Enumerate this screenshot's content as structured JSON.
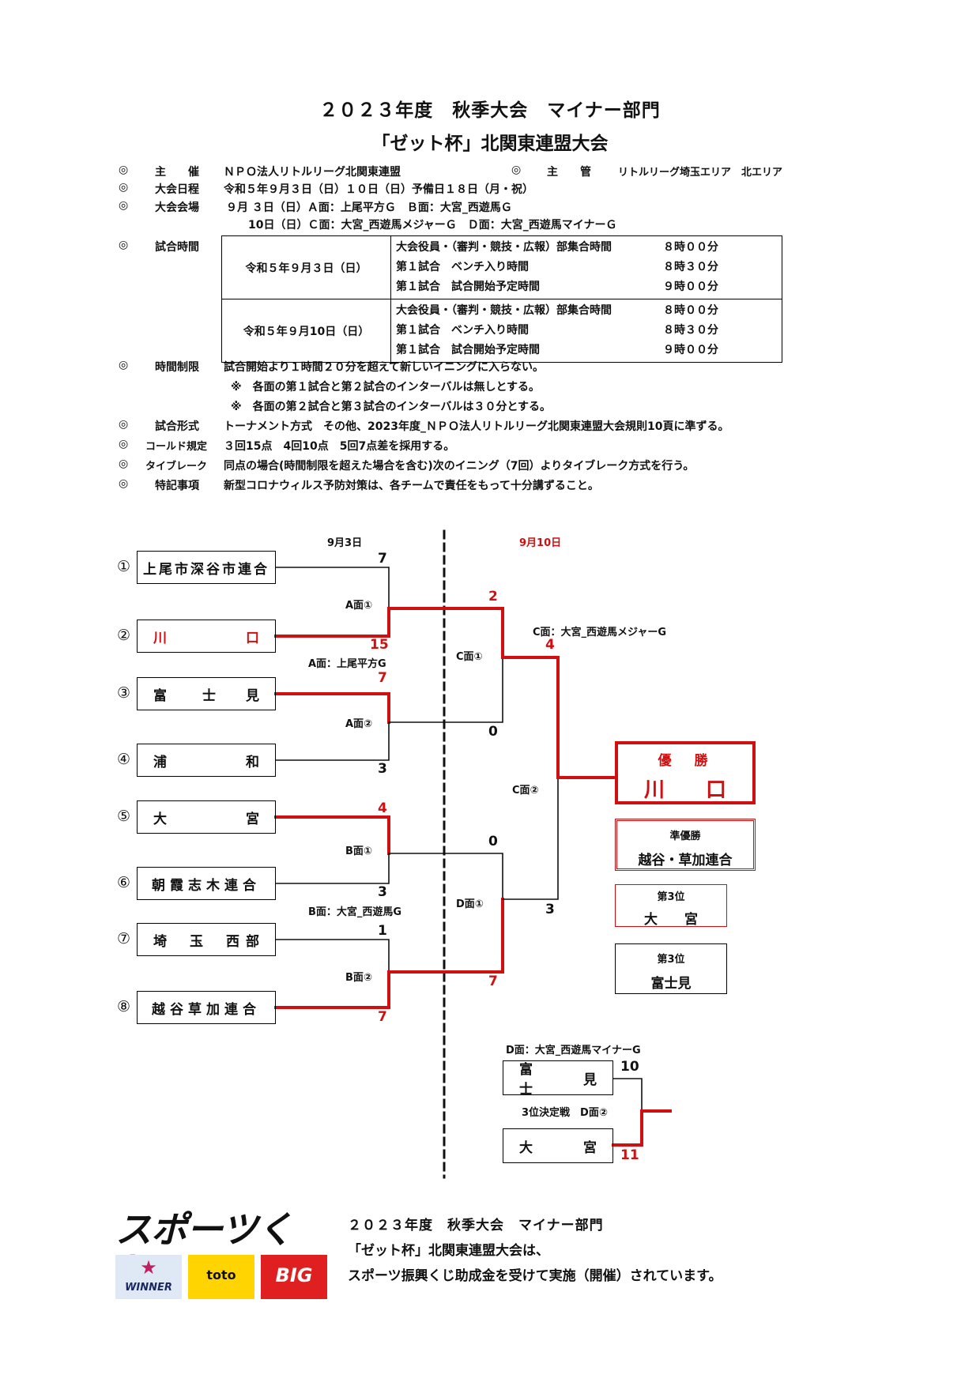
{
  "title": {
    "line1": "２０２３年度　秋季大会　マイナー部門",
    "line2": "「ゼット杯」北関東連盟大会"
  },
  "info": {
    "mark": "◎",
    "host_label": "主　　催",
    "host_value": "ＮＰＯ法人リトルリーグ北関東連盟",
    "organizer_label": "主　　管",
    "organizer_value": "リトルリーグ埼玉エリア　北エリア",
    "dates_label": "大会日程",
    "dates_value": "令和５年９月３日（日）１０日（日）予備日１８日（月・祝）",
    "venue_label": "大会会場",
    "venue_line1": "９月 ３日（日）Ａ面：上尾平方Ｇ　Ｂ面：大宮_西遊馬Ｇ",
    "venue_line2": "10日（日）Ｃ面：大宮_西遊馬メジャーＧ　Ｄ面：大宮_西遊馬マイナーＧ",
    "time_label": "試合時間",
    "limit_label": "時間制限",
    "limit_value": "試合開始より１時間２０分を超えて新しいイニングに入らない。",
    "limit_note1": "※　各面の第１試合と第２試合のインターバルは無しとする。",
    "limit_note2": "※　各面の第２試合と第３試合のインターバルは３０分とする。",
    "format_label": "試合形式",
    "format_value": "トーナメント方式　その他、2023年度_ＮＰＯ法人リトルリーグ北関東連盟大会規則10頁に準ずる。",
    "called_label": "コールド規定",
    "called_value": "３回15点　4回10点　5回7点差を採用する。",
    "tiebreak_label": "タイブレーク",
    "tiebreak_value": "同点の場合(時間制限を超えた場合を含む)次のイニング（7回）よりタイブレーク方式を行う。",
    "notes_label": "特記事項",
    "notes_value": "新型コロナウィルス予防対策は、各チームで責任をもって十分講ずること。"
  },
  "schedule": [
    {
      "date": "令和５年９月３日（日）",
      "items": [
        {
          "label": "大会役員・（審判・競技・広報）部集合時間",
          "time": "８時００分"
        },
        {
          "label": "第１試合　ベンチ入り時間",
          "time": "８時３０分"
        },
        {
          "label": "第１試合　試合開始予定時間",
          "time": "９時００分"
        }
      ]
    },
    {
      "date": "令和５年９月10日（日）",
      "items": [
        {
          "label": "大会役員・（審判・競技・広報）部集合時間",
          "time": "８時００分"
        },
        {
          "label": "第１試合　ベンチ入り時間",
          "time": "８時３０分"
        },
        {
          "label": "第１試合　試合開始予定時間",
          "time": "９時００分"
        }
      ]
    }
  ],
  "bracket": {
    "day1": "9月3日",
    "day2": "9月10日",
    "teams": [
      {
        "num": "①",
        "a": "上尾市深谷市連合",
        "b": ""
      },
      {
        "num": "②",
        "a": "川",
        "b": "口"
      },
      {
        "num": "③",
        "a": "富　士",
        "b": "見"
      },
      {
        "num": "④",
        "a": "浦",
        "b": "和"
      },
      {
        "num": "⑤",
        "a": "大",
        "b": "宮"
      },
      {
        "num": "⑥",
        "a": "朝霞志木連合",
        "b": ""
      },
      {
        "num": "⑦",
        "a": "埼　玉　西",
        "b": "部"
      },
      {
        "num": "⑧",
        "a": "越谷草加連合",
        "b": ""
      }
    ],
    "scores": {
      "s1": "7",
      "s2": "15",
      "s3": "7",
      "s4": "3",
      "s5": "4",
      "s6": "3",
      "s7": "1",
      "s8": "7",
      "c1top": "2",
      "c1bot": "0",
      "d1top": "0",
      "d1bot": "7",
      "ftop": "4",
      "fbot": "3",
      "third_top": "10",
      "third_bot": "11"
    },
    "labels": {
      "a1": "A面①",
      "a2": "A面②",
      "a_venue": "A面：上尾平方G",
      "b1": "B面①",
      "b2": "B面②",
      "b_venue": "B面：大宮_西遊馬G",
      "c1": "C面①",
      "c2": "C面②",
      "c_venue": "C面：大宮_西遊馬メジャーG",
      "d1": "D面①",
      "d_venue": "D面：大宮_西遊馬マイナーG",
      "third_match": "3位決定戦　D面②"
    },
    "third_teams": {
      "top_a": "富　士",
      "top_b": "見",
      "bot_a": "大",
      "bot_b": "宮"
    }
  },
  "results": {
    "champion_label": "優　勝",
    "champion": "川　　口",
    "runnerup_label": "準優勝",
    "runnerup": "越谷・草加連合",
    "third_label": "第3位",
    "third1": "大　　宮",
    "third2": "富士見"
  },
  "footer": {
    "logo_text": "スポーツくじ",
    "logo_winner": "WINNER",
    "logo_toto": "toto",
    "logo_big": "BIG",
    "line1": "２０２３年度　秋季大会　マイナー部門",
    "line2": "「ゼット杯」北関東連盟大会は、",
    "line3": "スポーツ振興くじ助成金を受けて実施（開催）されています。"
  },
  "colors": {
    "accent": "#d01010",
    "line": "#111111"
  }
}
